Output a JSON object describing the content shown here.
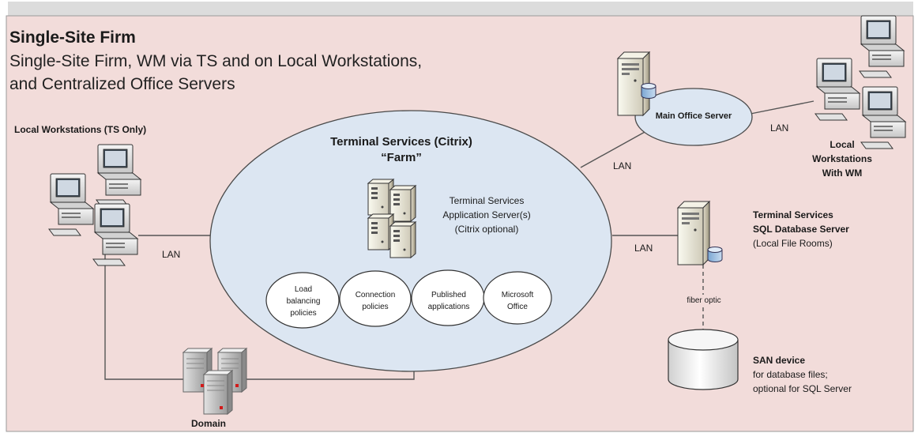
{
  "header": {
    "title": "Single-Site Firm",
    "subtitle_line1": "Single-Site Firm, WM via TS and on Local Workstations,",
    "subtitle_line2": "and Centralized Office Servers"
  },
  "nodes": {
    "local_ws_ts": "Local Workstations (TS Only)",
    "farm_title": "Terminal Services (Citrix)",
    "farm_subtitle": "“Farm”",
    "app_server": [
      "Terminal Services",
      "Application Server(s)",
      "(Citrix optional)"
    ],
    "policies": [
      [
        "Load",
        "balancing",
        "policies"
      ],
      [
        "Connection",
        "policies"
      ],
      [
        "Published",
        "applications"
      ],
      [
        "Microsoft",
        "Office"
      ]
    ],
    "main_office_server": "Main Office Server",
    "local_ws_wm": [
      "Local",
      "Workstations",
      "With WM"
    ],
    "sql_server": [
      "Terminal Services",
      "SQL Database Server"
    ],
    "sql_note": "(Local File Rooms)",
    "san_title": "SAN device",
    "san_desc": [
      "for database files;",
      "optional for SQL Server"
    ],
    "domain": "Domain"
  },
  "links": {
    "lan": "LAN",
    "fiber": "fiber optic"
  },
  "colors": {
    "background": "#f2dcda",
    "ellipse_fill": "#dce6f2",
    "line": "#555555"
  }
}
